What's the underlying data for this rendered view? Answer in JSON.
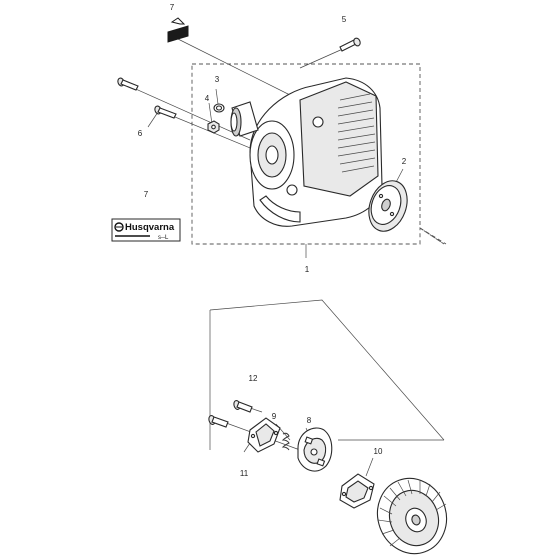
{
  "callouts": {
    "c1": "1",
    "c2": "2",
    "c3": "3",
    "c4": "4",
    "c5": "5",
    "c6": "6",
    "c7_top": "7",
    "c7_label": "7",
    "c8": "8",
    "c9": "9",
    "c10": "10",
    "c11": "11",
    "c12": "12"
  },
  "decal": {
    "brand_text": "Husqvarna",
    "model_text": "s--L"
  },
  "colors": {
    "line": "#3a3a3a",
    "part_fill": "#ffffff",
    "shade": "#e9e9e9",
    "dark_shade": "#cfcfcf",
    "background": "#ffffff"
  }
}
